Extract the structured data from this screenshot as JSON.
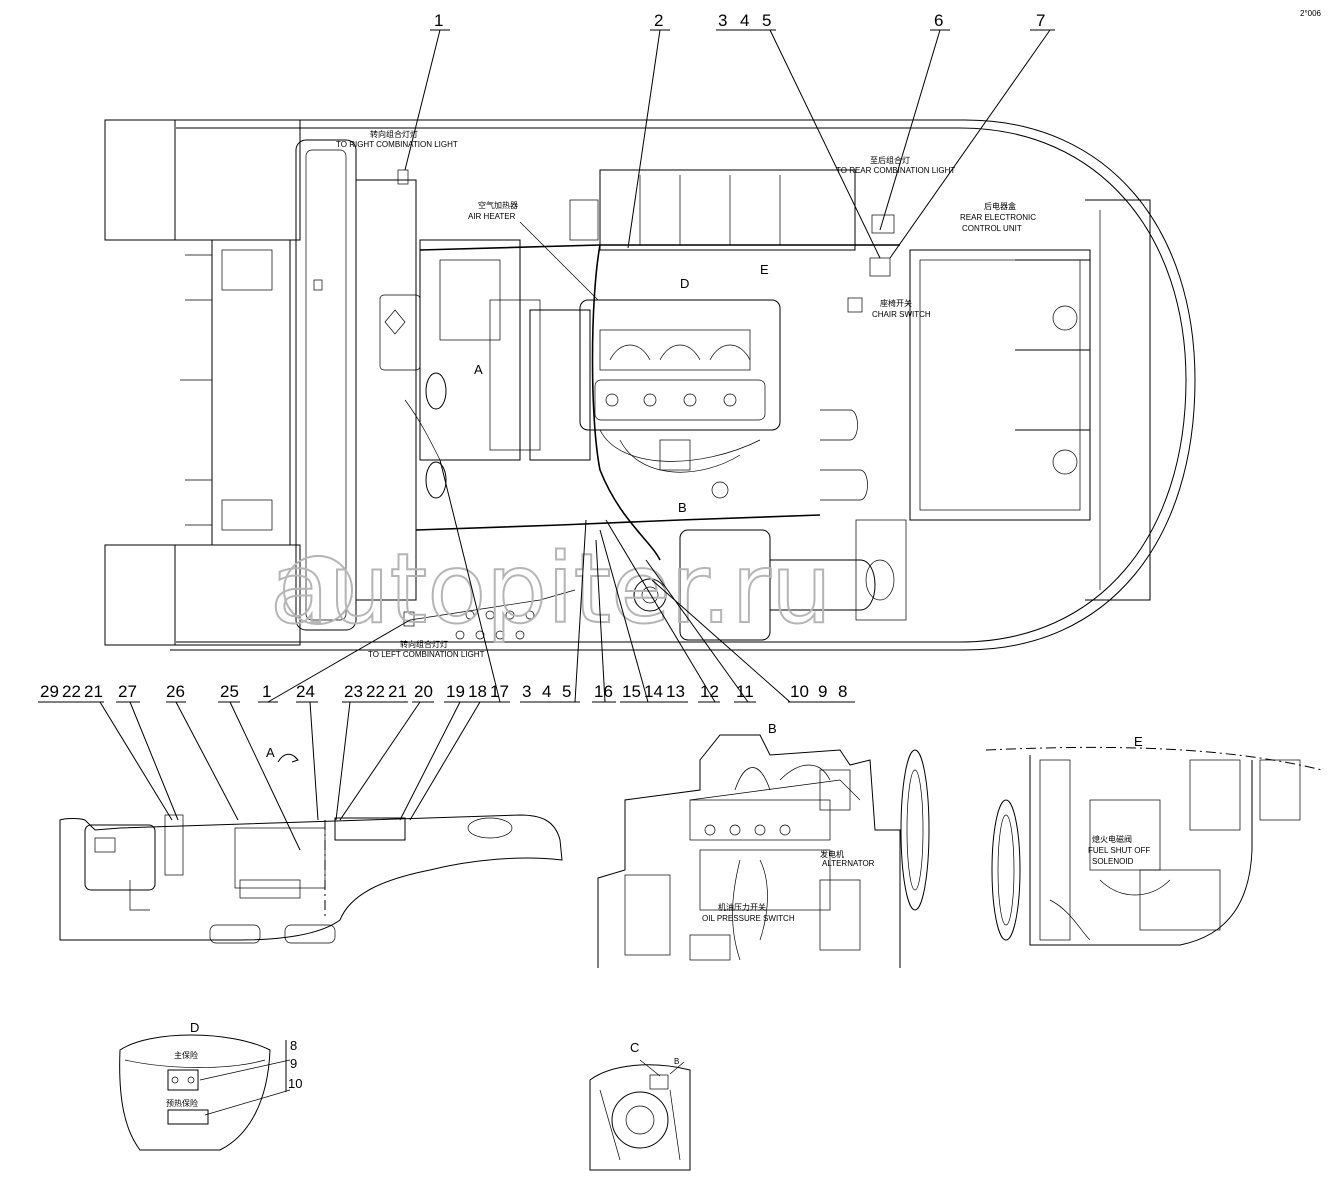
{
  "part_numbers_top": [
    "1",
    "2",
    "3",
    "4",
    "5",
    "6",
    "7"
  ],
  "part_numbers_bottom": [
    "29",
    "22",
    "21",
    "27",
    "26",
    "25",
    "1",
    "24",
    "23",
    "22",
    "21",
    "20",
    "19",
    "18",
    "17",
    "3",
    "4",
    "5",
    "16",
    "15",
    "14",
    "13",
    "12",
    "11",
    "10",
    "9",
    "8"
  ],
  "labels": {
    "right_combination_light_cn": "转向组合灯灯",
    "right_combination_light_en": "TO RIGHT COMBINATION LIGHT",
    "left_combination_light_cn": "转向组合灯灯",
    "left_combination_light_en": "TO LEFT COMBINATION LIGHT",
    "rear_combination_light_cn": "至后组合灯",
    "rear_combination_light_en": "TO REAR COMBINATION LIGHT",
    "air_heater_cn": "空气加热器",
    "air_heater_en": "AIR HEATER",
    "rear_ecu_cn": "后电器盒",
    "rear_ecu_en_line1": "REAR ELECTRONIC",
    "rear_ecu_en_line2": "CONTROL UNIT",
    "chair_switch_cn": "座椅开关",
    "chair_switch_en": "CHAIR SWITCH",
    "alternator_cn": "发电机",
    "alternator_en": "ALTERNATOR",
    "oil_pressure_cn": "机油压力开关",
    "oil_pressure_en": "OIL PRESSURE SWITCH",
    "fuel_shutoff_cn": "熄火电磁阀",
    "fuel_shutoff_en_line1": "FUEL SHUT OFF",
    "fuel_shutoff_en_line2": "SOLENOID",
    "main_fuse_cn": "主保险",
    "spare_fuse_cn": "预热保险"
  },
  "view_letters": {
    "a_marker": "A",
    "a_inner": "A",
    "b_inner": "B",
    "d_inner": "D",
    "e_inner": "E",
    "view_b": "B",
    "view_e": "E",
    "view_d": "D",
    "view_c": "C",
    "view_c_b": "B"
  },
  "view_d_numbers": [
    "8",
    "9",
    "10"
  ],
  "watermark": "autopiter.ru",
  "corner_mark": "2°006"
}
